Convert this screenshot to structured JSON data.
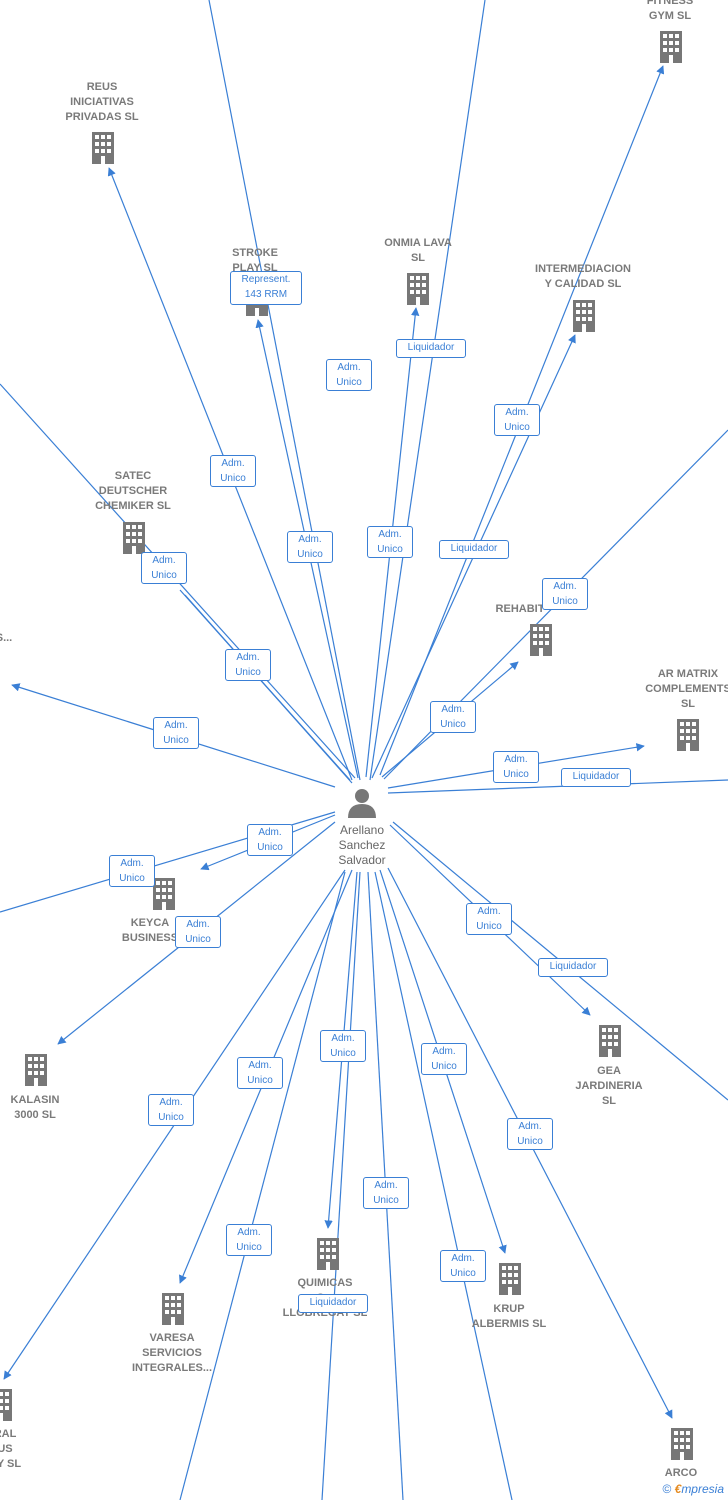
{
  "diagram": {
    "center": {
      "label": "Arellano\nSanchez\nSalvador",
      "icon": "person-icon"
    },
    "nodes": [
      {
        "id": "fitness",
        "label": "FITNESS\nGYM  SL"
      },
      {
        "id": "reus",
        "label": "REUS\nINICIATIVAS\nPRIVADAS SL"
      },
      {
        "id": "stroke",
        "label": "STROKE\nPLAY  SL"
      },
      {
        "id": "onmia",
        "label": "ONMIA LAVA\nSL"
      },
      {
        "id": "intermediacion",
        "label": "INTERMEDIACION\nY CALIDAD SL"
      },
      {
        "id": "satec",
        "label": "SATEC\nDEUTSCHER\nCHEMIKER  SL"
      },
      {
        "id": "left_cut",
        "label": "S..."
      },
      {
        "id": "rehabit",
        "label": "REHABIT"
      },
      {
        "id": "armatrix",
        "label": "AR MATRIX\nCOMPLEMENTS\nSL"
      },
      {
        "id": "keyca",
        "label": "KEYCA\nBUSINESS"
      },
      {
        "id": "kalasin",
        "label": "KALASIN\n3000 SL"
      },
      {
        "id": "gea",
        "label": "GEA\nJARDINERIA\nSL"
      },
      {
        "id": "quimicas",
        "label": "QUIMICAS\nG...\nLLOBREGAT SL"
      },
      {
        "id": "krup",
        "label": "KRUP\nALBERMIS  SL"
      },
      {
        "id": "varesa",
        "label": "VARESA\nSERVICIOS\nINTEGRALES..."
      },
      {
        "id": "ral",
        "label": "RAL\nUS\nNY SL"
      },
      {
        "id": "arco",
        "label": "ARCO"
      }
    ],
    "edge_labels": [
      {
        "id": "rep_stroke",
        "text": "Represent.\n143 RRM",
        "kind": "rep"
      },
      {
        "id": "liq_onmia",
        "text": "Liquidador",
        "kind": "one"
      },
      {
        "id": "adm_top",
        "text": "Adm.\nUnico",
        "kind": "two"
      },
      {
        "id": "adm_inter",
        "text": "Adm.\nUnico",
        "kind": "two"
      },
      {
        "id": "adm_reus",
        "text": "Adm.\nUnico",
        "kind": "two"
      },
      {
        "id": "adm_stroke",
        "text": "Adm.\nUnico",
        "kind": "two"
      },
      {
        "id": "adm_onmia",
        "text": "Adm.\nUnico",
        "kind": "two"
      },
      {
        "id": "liq_inter",
        "text": "Liquidador",
        "kind": "one"
      },
      {
        "id": "adm_satec",
        "text": "Adm.\nUnico",
        "kind": "two"
      },
      {
        "id": "adm_right_top",
        "text": "Adm.\nUnico",
        "kind": "two"
      },
      {
        "id": "adm_mid_left",
        "text": "Adm.\nUnico",
        "kind": "two"
      },
      {
        "id": "adm_rehabit",
        "text": "Adm.\nUnico",
        "kind": "two"
      },
      {
        "id": "adm_left",
        "text": "Adm.\nUnico",
        "kind": "two"
      },
      {
        "id": "adm_armatrix",
        "text": "Adm.\nUnico",
        "kind": "two"
      },
      {
        "id": "liq_armatrix",
        "text": "Liquidador",
        "kind": "one"
      },
      {
        "id": "adm_keyca",
        "text": "Adm.\nUnico",
        "kind": "two"
      },
      {
        "id": "adm_far_left",
        "text": "Adm.\nUnico",
        "kind": "two"
      },
      {
        "id": "adm_kalasin",
        "text": "Adm.\nUnico",
        "kind": "two"
      },
      {
        "id": "adm_gea",
        "text": "Adm.\nUnico",
        "kind": "two"
      },
      {
        "id": "liq_gea",
        "text": "Liquidador",
        "kind": "one"
      },
      {
        "id": "adm_quimicas",
        "text": "Adm.\nUnico",
        "kind": "two"
      },
      {
        "id": "adm_varesa1",
        "text": "Adm.\nUnico",
        "kind": "two"
      },
      {
        "id": "adm_krup",
        "text": "Adm.\nUnico",
        "kind": "two"
      },
      {
        "id": "adm_ral",
        "text": "Adm.\nUnico",
        "kind": "two"
      },
      {
        "id": "adm_arco",
        "text": "Adm.\nUnico",
        "kind": "two"
      },
      {
        "id": "adm_bottom",
        "text": "Adm.\nUnico",
        "kind": "two"
      },
      {
        "id": "adm_varesa2",
        "text": "Adm.\nUnico",
        "kind": "two"
      },
      {
        "id": "adm_krup2",
        "text": "Adm.\nUnico",
        "kind": "two"
      },
      {
        "id": "liq_quimicas",
        "text": "Liquidador",
        "kind": "one"
      }
    ],
    "colors": {
      "edge": "#3a7fd5",
      "icon": "#777777",
      "text": "#7a7a7a"
    }
  },
  "footer": {
    "copyright": "©",
    "brand_e": "€",
    "brand_rest": "mpresia"
  }
}
